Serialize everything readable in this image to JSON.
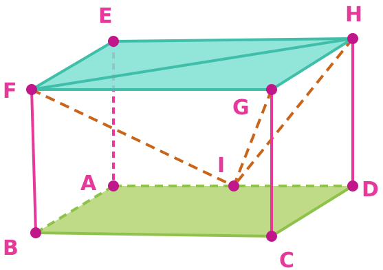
{
  "vertices": [
    {
      "id": "E",
      "label": "E"
    },
    {
      "id": "H",
      "label": "H"
    },
    {
      "id": "F",
      "label": "F"
    },
    {
      "id": "G",
      "label": "G"
    },
    {
      "id": "I",
      "label": "I"
    },
    {
      "id": "A",
      "label": "A"
    },
    {
      "id": "D",
      "label": "D"
    },
    {
      "id": "B",
      "label": "B"
    },
    {
      "id": "C",
      "label": "C"
    }
  ],
  "colors": {
    "vertical_edge": "#e6399b",
    "top_face_fill": "#7fe0d2",
    "top_face_edge": "#3fbfa9",
    "bottom_face_fill": "#b8d77a",
    "bottom_face_edge": "#8fc24a",
    "dashed_segment": "#c8651b",
    "vertex_point": "#c0188a",
    "label": "#e6399b"
  }
}
